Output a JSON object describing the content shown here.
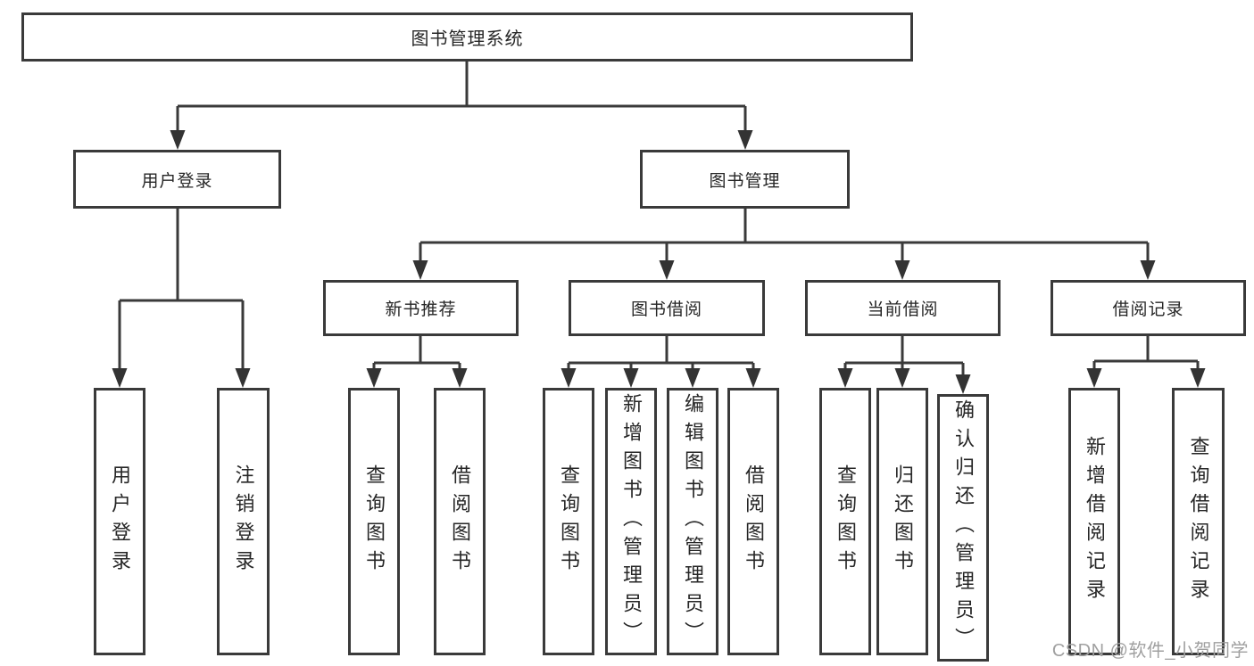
{
  "diagram": {
    "type": "hierarchy-tree",
    "root": {
      "label": "图书管理系统"
    },
    "level1": [
      {
        "label": "用户登录",
        "parent": "图书管理系统"
      },
      {
        "label": "图书管理",
        "parent": "图书管理系统"
      }
    ],
    "level2": [
      {
        "label": "新书推荐",
        "parent": "图书管理"
      },
      {
        "label": "图书借阅",
        "parent": "图书管理"
      },
      {
        "label": "当前借阅",
        "parent": "图书管理"
      },
      {
        "label": "借阅记录",
        "parent": "图书管理"
      }
    ],
    "leaves": [
      {
        "label": "用户登录",
        "parent": "用户登录"
      },
      {
        "label": "注销登录",
        "parent": "用户登录"
      },
      {
        "label": "查询图书",
        "parent": "新书推荐"
      },
      {
        "label": "借阅图书",
        "parent": "新书推荐"
      },
      {
        "label": "查询图书",
        "parent": "图书借阅"
      },
      {
        "label": "新增图书（管理员）",
        "parent": "图书借阅"
      },
      {
        "label": "编辑图书（管理员）",
        "parent": "图书借阅"
      },
      {
        "label": "借阅图书",
        "parent": "图书借阅"
      },
      {
        "label": "查询图书",
        "parent": "当前借阅"
      },
      {
        "label": "归还图书",
        "parent": "当前借阅"
      },
      {
        "label": "确认归还（管理员）",
        "parent": "当前借阅"
      },
      {
        "label": "新增借阅记录",
        "parent": "借阅记录"
      },
      {
        "label": "查询借阅记录",
        "parent": "借阅记录"
      }
    ]
  },
  "watermark": {
    "text": "CSDN @软件_小贺同学"
  },
  "colors": {
    "line": "#3a3a3a",
    "box_border": "#3a3a3a",
    "text": "#262626",
    "watermark": "#a0a0a0",
    "background": "#ffffff"
  }
}
